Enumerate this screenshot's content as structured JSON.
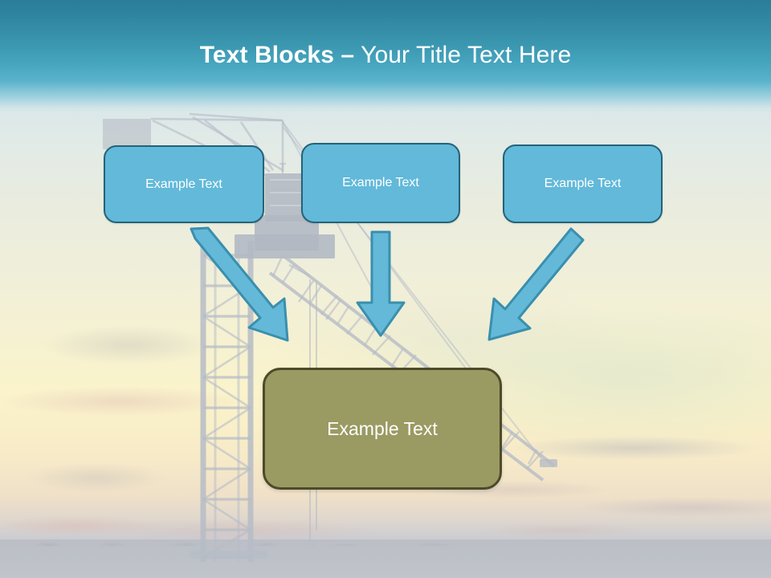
{
  "slide": {
    "title_bold": "Text Blocks –",
    "title_regular": " Your Title Text Here",
    "title_full": "Text Blocks – Your Title Text Here"
  },
  "theme": {
    "header_gradient_top": "#2A7D9A",
    "header_gradient_bottom": "#4EAEC8",
    "top_box_fill": "#62B9D9",
    "top_box_border": "#236379",
    "bottom_box_fill": "#9A9A63",
    "bottom_box_border": "#4B4B2A",
    "arrow_fill": "#64B9D8",
    "arrow_border": "#3A8FAE",
    "text_color": "#FFFFFF"
  },
  "blocks": {
    "top": [
      {
        "id": "box1",
        "label": "Example Text"
      },
      {
        "id": "box2",
        "label": "Example Text"
      },
      {
        "id": "box3",
        "label": "Example Text"
      }
    ],
    "bottom": {
      "id": "box-bottom",
      "label": "Example Text"
    }
  },
  "connectors": [
    {
      "name": "arrow-box1-to-bottom",
      "direction": "down-right"
    },
    {
      "name": "arrow-box2-to-bottom",
      "direction": "down"
    },
    {
      "name": "arrow-box3-to-bottom",
      "direction": "down-left"
    }
  ],
  "background": {
    "scene": "construction-crane-at-sunset",
    "elements": [
      "tower-crane",
      "lattice-jib",
      "sunset-sky",
      "clouds",
      "treeline"
    ]
  }
}
